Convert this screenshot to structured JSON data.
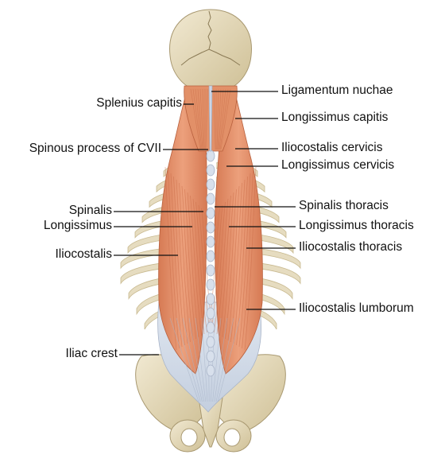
{
  "figure": {
    "colors": {
      "bone": "#e6dcc0",
      "bone_shadow": "#c8b98f",
      "muscle": "#e2906a",
      "muscle_dark": "#c86a46",
      "tendon": "#d8e0ec",
      "tendon_line": "#a8b4c8",
      "leader": "#111111"
    }
  },
  "labels": {
    "left": {
      "splenius_capitis": "Splenius capitis",
      "spinous_process_cvii": "Spinous process of CVII",
      "spinalis": "Spinalis",
      "longissimus": "Longissimus",
      "iliocostalis": "Iliocostalis",
      "iliac_crest": "Iliac crest"
    },
    "right": {
      "ligamentum_nuchae": "Ligamentum nuchae",
      "longissimus_capitis": "Longissimus capitis",
      "iliocostalis_cervicis": "Iliocostalis cervicis",
      "longissimus_cervicis": "Longissimus cervicis",
      "spinalis_thoracis": "Spinalis thoracis",
      "longissimus_thoracis": "Longissimus thoracis",
      "iliocostalis_thoracis": "Iliocostalis thoracis",
      "iliocostalis_lumborum": "Iliocostalis lumborum"
    }
  }
}
